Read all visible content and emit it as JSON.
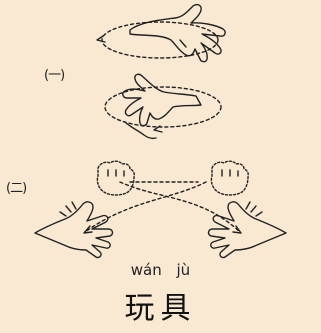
{
  "section_labels": {
    "step1": "(一)",
    "step2": "(二)"
  },
  "word": {
    "pinyin": "wán jù",
    "hanzi": "玩具"
  },
  "icons": {
    "step1": [
      "hand-rotate-upper-icon",
      "hand-rotate-lower-icon",
      "circular-motion-arrow-icon"
    ],
    "step2": [
      "left-hand-fist-to-open-icon",
      "right-hand-fist-to-open-icon",
      "crossing-arrows-icon"
    ]
  },
  "colors": {
    "background": "#f9e8d2",
    "line": "#222222"
  }
}
